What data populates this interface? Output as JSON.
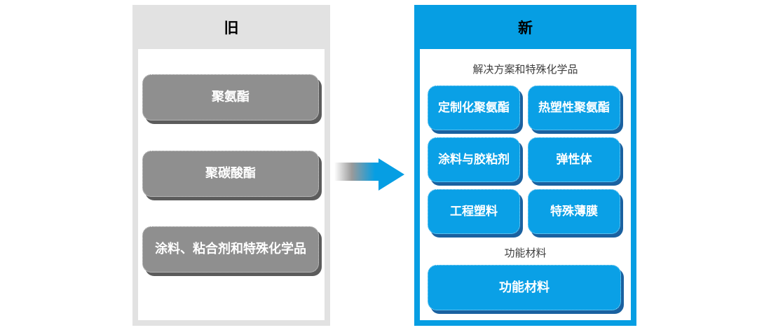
{
  "panels": {
    "old": {
      "title": "旧",
      "buttons": [
        "聚氨酯",
        "聚碳酸酯",
        "涂料、粘合剂和特殊化学品"
      ]
    },
    "new": {
      "title": "新",
      "sections": [
        {
          "title": "解决方案和特殊化学品",
          "buttons": [
            "定制化聚氨酯",
            "热塑性聚氨酯",
            "涂料与胶粘剂",
            "弹性体",
            "工程塑料",
            "特殊薄膜"
          ]
        },
        {
          "title": "功能材料",
          "buttons": [
            "功能材料"
          ]
        }
      ]
    }
  },
  "icons": {
    "arrow": "right-arrow-gradient"
  },
  "colors": {
    "panel_blue": "#069EE3",
    "button_blue": "#0AA0E6",
    "button_blue_shadow": "#1A61A0",
    "panel_gray": "#E2E2E2",
    "button_gray": "#8F8F8F",
    "button_gray_shadow": "#5C5C5C",
    "section_title_text": "#3F3F3F",
    "button_text": "#FFFFFF",
    "header_text": "#000000"
  }
}
